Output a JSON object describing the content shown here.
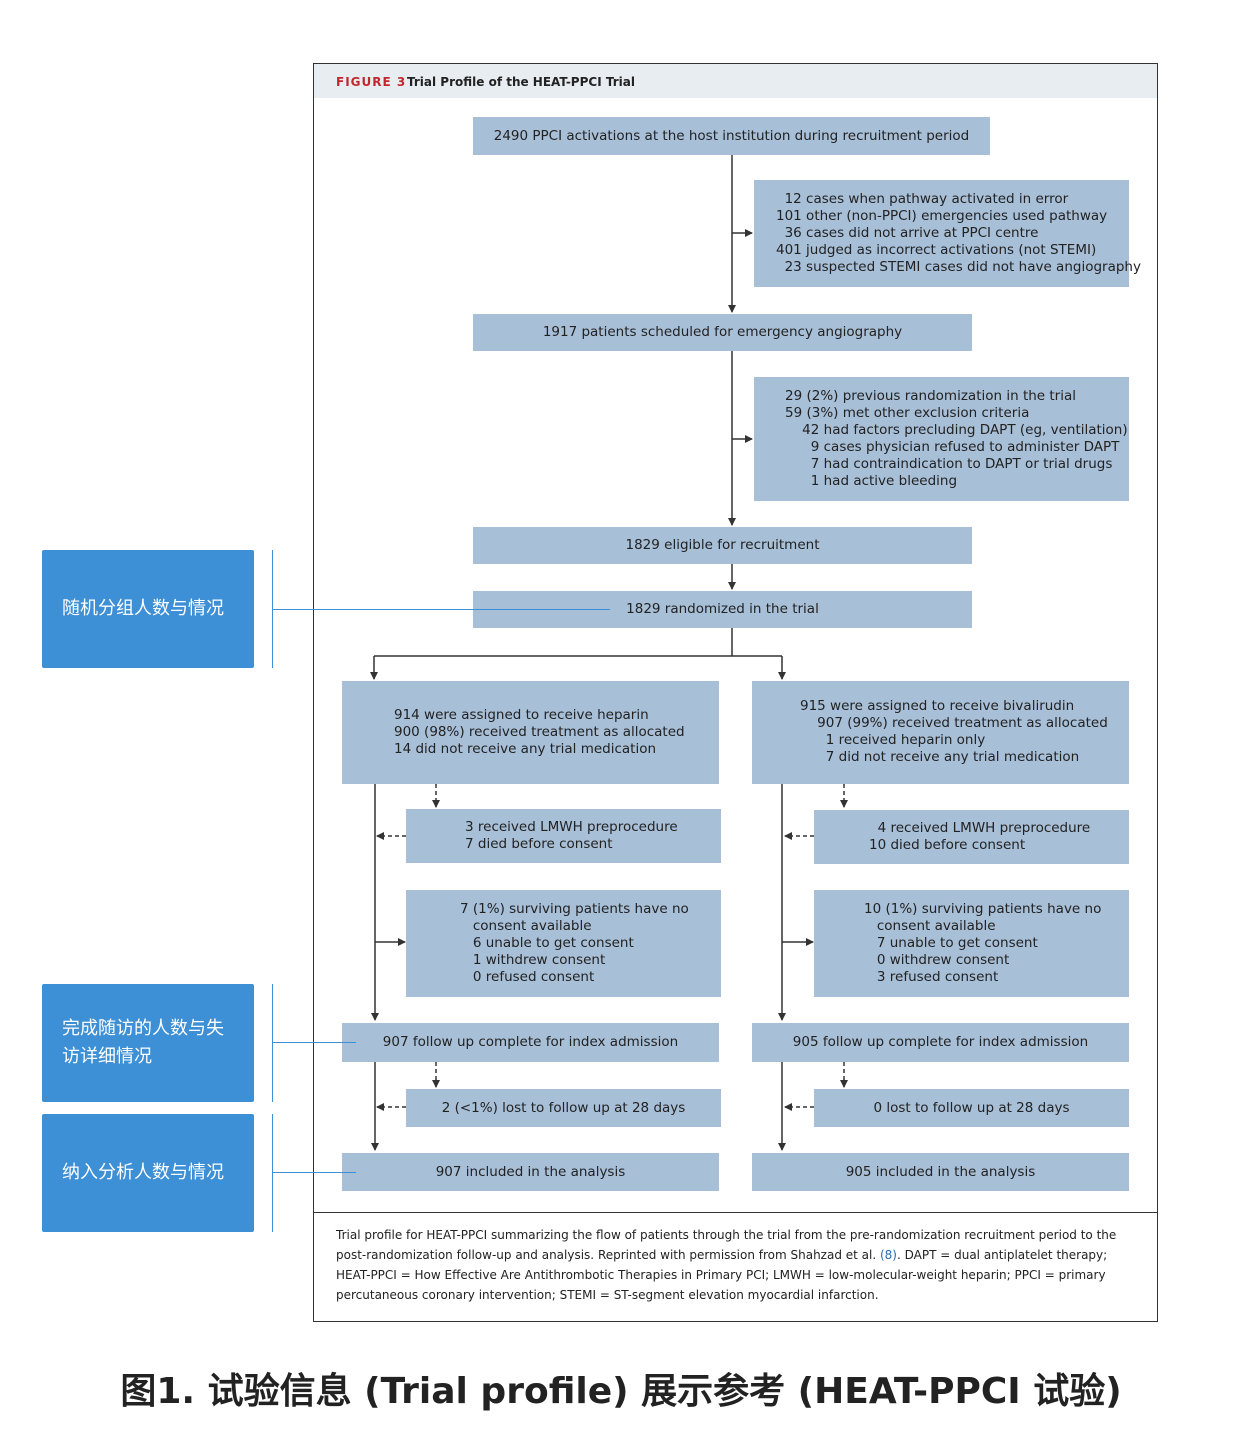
{
  "figure": {
    "label": "FIGURE 3",
    "title": "Trial Profile of the HEAT-PPCI Trial"
  },
  "flow": {
    "activations": "2490 PPCI activations at the host institution during recruitment period",
    "excluded1": "  12 cases when pathway activated in error\n101 other (non-PPCI) emergencies used pathway\n  36 cases did not arrive at PPCI centre\n401 judged as incorrect activations (not STEMI)\n  23 suspected STEMI cases did not have angiography",
    "scheduled": "1917 patients scheduled for emergency angiography",
    "excluded2": "29 (2%) previous randomization in the trial\n59 (3%) met other exclusion criteria\n    42 had factors precluding DAPT (eg, ventilation)\n      9 cases physician refused to administer DAPT\n      7 had contraindication to DAPT or trial drugs\n      1 had active bleeding",
    "eligible": "1829 eligible for recruitment",
    "randomized": "1829 randomized in the trial",
    "heparin": {
      "assigned": "914 were assigned to receive heparin\n900 (98%) received treatment as allocated\n14 did not receive any trial medication",
      "lmwh": "3 received LMWH preprocedure\n7 died before consent",
      "consent": "7 (1%) surviving patients have no\n   consent available\n   6 unable to get consent\n   1 withdrew consent\n   0 refused consent",
      "followup": "907 follow up complete for index admission",
      "lost": "2 (<1%) lost to follow up at 28 days",
      "analysis": "907 included in the analysis"
    },
    "bivalirudin": {
      "assigned": "915 were assigned to receive bivalirudin\n    907 (99%) received treatment as allocated\n      1 received heparin only\n      7 did not receive any trial medication",
      "lmwh": "  4 received LMWH preprocedure\n10 died before consent",
      "consent": "10 (1%) surviving patients have no\n   consent available\n   7 unable to get consent\n   0 withdrew consent\n   3 refused consent",
      "followup": "905 follow up complete for index admission",
      "lost": "0 lost to follow up at 28 days",
      "analysis": "905 included in the analysis"
    }
  },
  "caption": {
    "before_ref": "Trial profile for HEAT-PPCI summarizing the flow of patients through the trial from the pre-randomization recruitment period to the post-randomization follow-up and analysis. Reprinted with permission from Shahzad et al. ",
    "ref": "(8)",
    "after_ref": ". DAPT = dual antiplatelet therapy; HEAT-PPCI = How Effective Are Antithrombotic Therapies in Primary PCI; LMWH = low-molecular-weight heparin; PPCI = primary percutaneous coronary intervention; STEMI = ST-segment elevation myocardial infarction."
  },
  "annotations": {
    "randomization": "随机分组人数与情况",
    "followup": "完成随访的人数与失访详细情况",
    "analysis": "纳入分析人数与情况"
  },
  "bottom_title": "图1. 试验信息 (Trial profile) 展示参考 (HEAT-PPCI 试验)",
  "colors": {
    "box_fill": "#a8bfd8",
    "annotation_blue": "#3d8fd6",
    "figure_label_red": "#c0282d"
  }
}
